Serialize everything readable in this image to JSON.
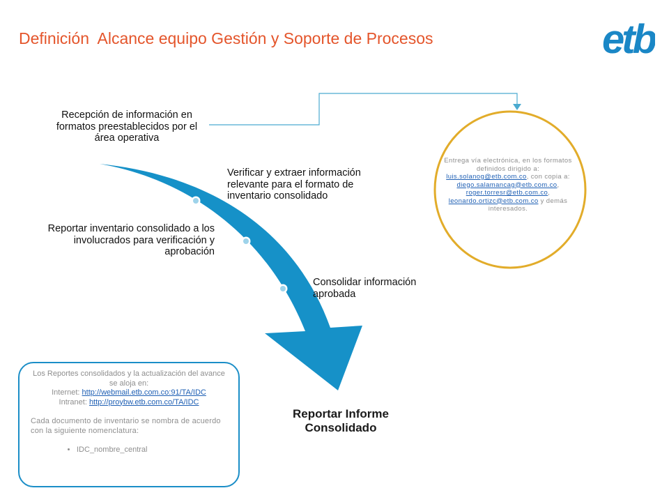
{
  "title": "Definición  Alcance equipo Gestión y Soporte de Procesos",
  "logo_text": "etb",
  "colors": {
    "title": "#E4552B",
    "arrow": "#1691C8",
    "circle_border": "#E2AC2A",
    "box_border": "#1B8EC7",
    "connector": "#4AAAD0",
    "logo": "#1A87C6"
  },
  "steps": [
    {
      "label": "Recepción de información en formatos preestablecidos por el área operativa"
    },
    {
      "label": "Verificar y extraer información relevante para el formato de inventario consolidado"
    },
    {
      "label": "Reportar  inventario consolidado a los involucrados para verificación y aprobación"
    },
    {
      "label": "Consolidar información aprobada"
    }
  ],
  "final_step": "Reportar Informe Consolidado",
  "circle_note": {
    "intro": "Entrega vía electrónica, en los formatos definidos dirigido a:",
    "email_primary": "luis.solanog@etb.com.co",
    "copy_text": ", con copia a:",
    "cc_emails": [
      "diego.salamancag@etb.com.co",
      "roger.torresr@etb.com.co",
      "leonardo.ortizc@etb.com.co"
    ],
    "outro": "y demás interesados."
  },
  "info_box": {
    "intro": "Los Reportes consolidados y la actualización del avance  se aloja en:",
    "internet_label": "Internet:",
    "internet_url": "http://webmail.etb.com.co:91/TA/IDC",
    "intranet_label": "Intranet:",
    "intranet_url": "http://proybw.etb.com.co/TA/IDC",
    "naming_text": "Cada documento de  inventario se nombra de acuerdo con la siguiente nomenclatura:",
    "bullet": "IDC_nombre_central"
  }
}
